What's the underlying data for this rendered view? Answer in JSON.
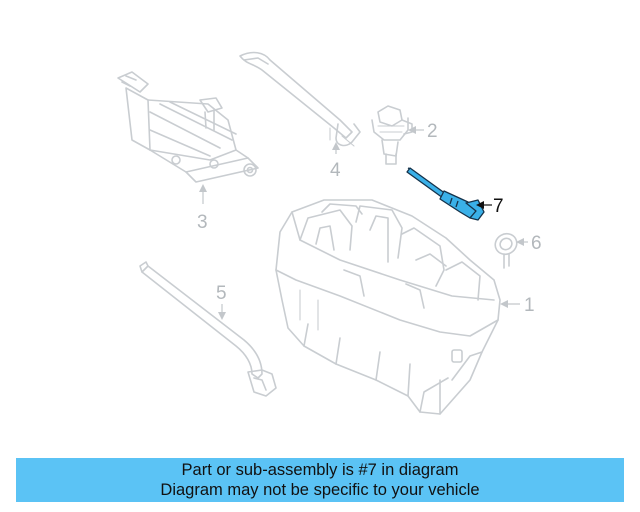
{
  "diagram": {
    "callouts": [
      {
        "id": "1",
        "label": "1",
        "active": false
      },
      {
        "id": "2",
        "label": "2",
        "active": false
      },
      {
        "id": "3",
        "label": "3",
        "active": false
      },
      {
        "id": "4",
        "label": "4",
        "active": false
      },
      {
        "id": "5",
        "label": "5",
        "active": false
      },
      {
        "id": "6",
        "label": "6",
        "active": false
      },
      {
        "id": "7",
        "label": "7",
        "active": true
      }
    ],
    "highlight_color": "#3ab0e8",
    "ghost_color": "#c9cdd1"
  },
  "banner": {
    "line1": "Part or sub-assembly is #7 in diagram",
    "line2": "Diagram may not be specific to your vehicle",
    "background": "#5bc3f5"
  }
}
